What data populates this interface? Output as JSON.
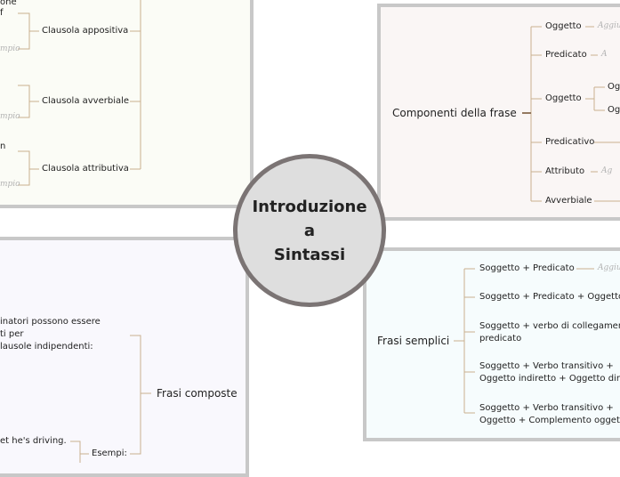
{
  "center_topic": "Introduzione\na\nSintassi",
  "top_left": {
    "cut_text": [
      "one",
      "f",
      "n"
    ],
    "partial_esempio": "mpio",
    "clauses": [
      "Clausola appositiva",
      "Clausola avverbiale",
      "Clausola attributiva"
    ]
  },
  "top_right": {
    "title": "Componenti della frase",
    "items": [
      "Oggetto",
      "Predicato",
      "Oggetto",
      "Predicativo",
      "Attributo",
      "Avverbiale"
    ],
    "sub_items": [
      "Ogg",
      "Ogg"
    ],
    "add_labels": [
      "Aggiu",
      "A",
      "Ag"
    ]
  },
  "bottom_left": {
    "title": "Frasi composte",
    "text_lines": [
      "inatori possono essere",
      "ti per",
      "lausole indipendenti:"
    ],
    "example_text": "et he's driving.",
    "esempi_label": "Esempi:"
  },
  "bottom_right": {
    "title": "Frasi semplici",
    "items": [
      "Soggetto + Predicato",
      "Soggetto + Predicato + Oggetto",
      "Soggetto + verbo di collegament",
      "predicato",
      "Soggetto + Verbo transitivo +",
      "Oggetto indiretto + Oggetto dire",
      "Soggetto + Verbo transitivo +",
      "Oggetto + Complemento oggetto"
    ],
    "add_label": "Aggiu"
  }
}
